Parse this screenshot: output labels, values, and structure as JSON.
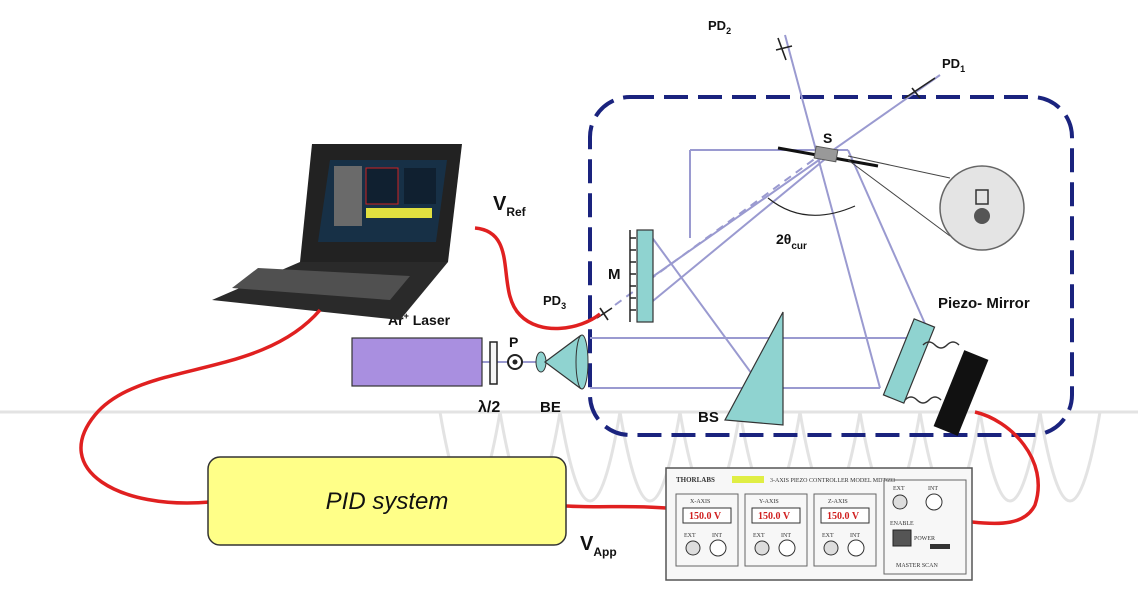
{
  "labels": {
    "pd1": "PD",
    "pd1_sub": "1",
    "pd2": "PD",
    "pd2_sub": "2",
    "pd3": "PD",
    "pd3_sub": "3",
    "sample": "S",
    "angle": "2θ",
    "angle_sub": "cur",
    "mirror_m": "M",
    "piezo_mirror": "Piezo- Mirror",
    "laser": "Ar",
    "laser_sup": "+",
    "laser_rest": " Laser",
    "polarizer": "P",
    "half_wave": "λ/2",
    "beam_expander": "BE",
    "beam_splitter": "BS",
    "v_ref": "V",
    "v_ref_sub": "Ref",
    "v_app": "V",
    "v_app_sub": "App",
    "pid": "PID system"
  },
  "controller": {
    "brand": "THORLABS",
    "title": "3-AXIS PIEZO CONTROLLER MODEL MDT693",
    "axes": [
      {
        "name": "X-AXIS",
        "voltage": "150.0 V"
      },
      {
        "name": "Y-AXIS",
        "voltage": "150.0 V"
      },
      {
        "name": "Z-AXIS",
        "voltage": "150.0 V"
      }
    ],
    "ext": "EXT",
    "int": "INT",
    "enable": "ENABLE",
    "power": "POWER",
    "master_scan": "MASTER SCAN"
  },
  "colors": {
    "enclosure": "#1a237e",
    "beam": "#9a9ad0",
    "cable": "#e02020",
    "laser_body": "#a98fe0",
    "optic": "#8fd3d0",
    "pid_fill": "#ffff88"
  }
}
